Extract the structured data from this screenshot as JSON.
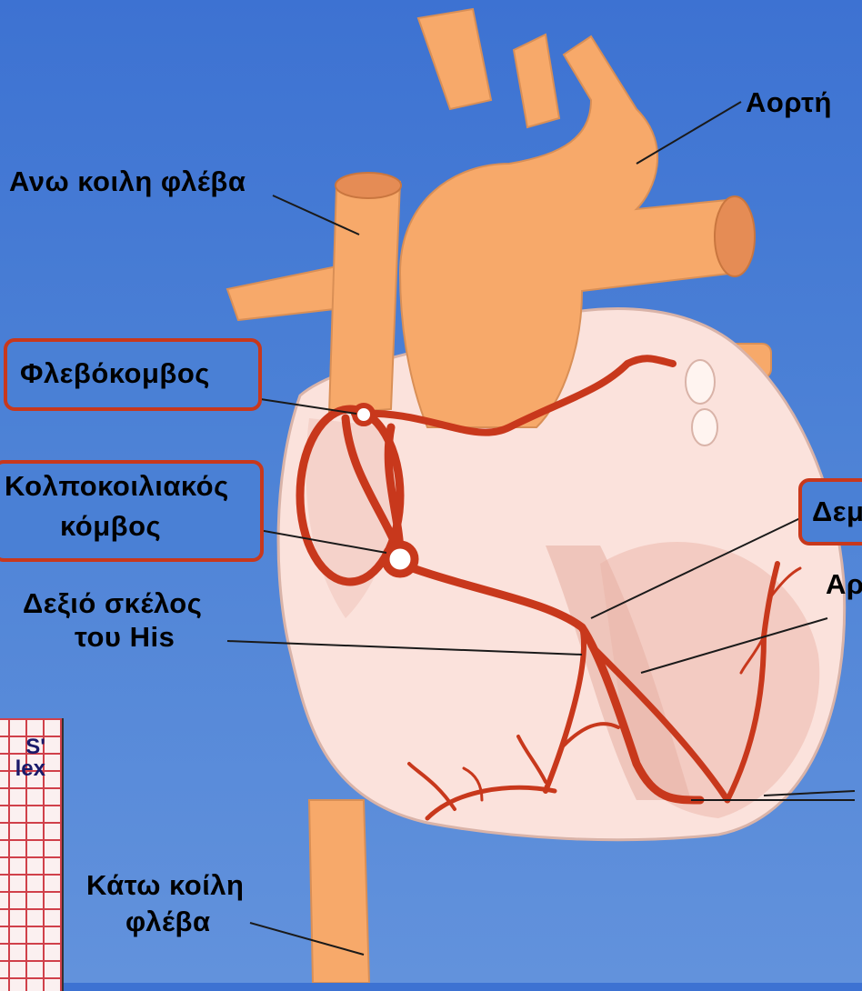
{
  "labels": {
    "aorta": "Αορτή",
    "superior_vena_cava": "Ανω κοιλη φλέβα",
    "sinoatrial_node": "Φλεβόκομβος",
    "av_node_line1": "Κολποκοιλιακός",
    "av_node_line2": "κόμβος",
    "right_bundle_line1": "Δεξιό σκέλος",
    "right_bundle_line2": "του His",
    "inferior_vena_cava_line1": "Κάτω κοίλη",
    "inferior_vena_cava_line2": "φλέβα",
    "bundle_his_partial": "Δεμ",
    "left_bundle_partial": "Αρ"
  },
  "ecg_thumbnail": {
    "line1": "S'",
    "line2": "lex"
  },
  "colors": {
    "background": "#4a7dd4",
    "vessel": "#f7a96a",
    "heart": "#fbe2dc",
    "conduction": "#c8381c",
    "highlight_box": "#c8381c"
  }
}
